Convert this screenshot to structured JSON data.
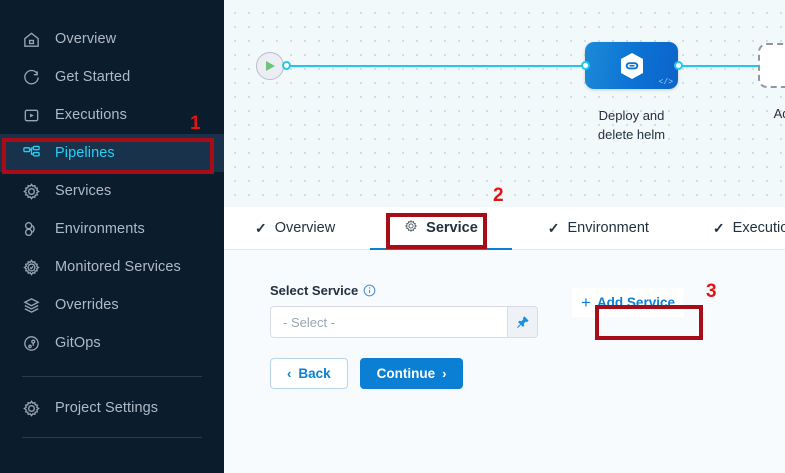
{
  "sidebar": {
    "items": [
      {
        "label": "Overview",
        "icon": "home-icon",
        "active": false
      },
      {
        "label": "Get Started",
        "icon": "rocket-start-icon",
        "active": false
      },
      {
        "label": "Executions",
        "icon": "play-box-icon",
        "active": false
      },
      {
        "label": "Pipelines",
        "icon": "pipeline-icon",
        "active": true
      },
      {
        "label": "Services",
        "icon": "gear-icon",
        "active": false
      },
      {
        "label": "Environments",
        "icon": "environments-icon",
        "active": false
      },
      {
        "label": "Monitored Services",
        "icon": "monitored-gear-icon",
        "active": false
      },
      {
        "label": "Overrides",
        "icon": "layers-icon",
        "active": false
      },
      {
        "label": "GitOps",
        "icon": "gitops-icon",
        "active": false
      }
    ],
    "footer_item": {
      "label": "Project Settings",
      "icon": "gear-icon"
    }
  },
  "canvas": {
    "start_node": "play-icon",
    "end_node": "stop-icon",
    "stage": {
      "caption_line1": "Deploy and",
      "caption_line2": "delete helm",
      "icon": "helm-hexagon-icon",
      "badge": "</>"
    },
    "add_stage": {
      "label": "Add Stage",
      "icon": "plus-icon"
    }
  },
  "tabs": [
    {
      "label": "Overview",
      "icon": "check-icon",
      "active": false
    },
    {
      "label": "Service",
      "icon": "gear-icon",
      "active": true
    },
    {
      "label": "Environment",
      "icon": "check-icon",
      "active": false
    },
    {
      "label": "Execution",
      "icon": "check-icon",
      "active": false
    }
  ],
  "form": {
    "select_service_label": "Select Service",
    "info_icon": "info-icon",
    "select_value": "- Select -",
    "pin_icon": "pin-icon",
    "add_service_label": "Add Service",
    "add_service_plus": "+",
    "back_label": "Back",
    "back_caret": "‹",
    "continue_label": "Continue",
    "continue_caret": "›"
  },
  "annotations": [
    {
      "number": "1",
      "target": "sidebar-item-pipelines"
    },
    {
      "number": "2",
      "target": "tab-service"
    },
    {
      "number": "3",
      "target": "add-service-button"
    }
  ],
  "colors": {
    "sidebar_bg": "#0b1c2d",
    "sidebar_active_bg": "#18324b",
    "accent_cyan": "#25d2f7",
    "primary_blue": "#0b7fd4",
    "annotation_red": "#a80c18",
    "annotation_number_red": "#e01414",
    "connector_blue": "#22c7ee"
  }
}
